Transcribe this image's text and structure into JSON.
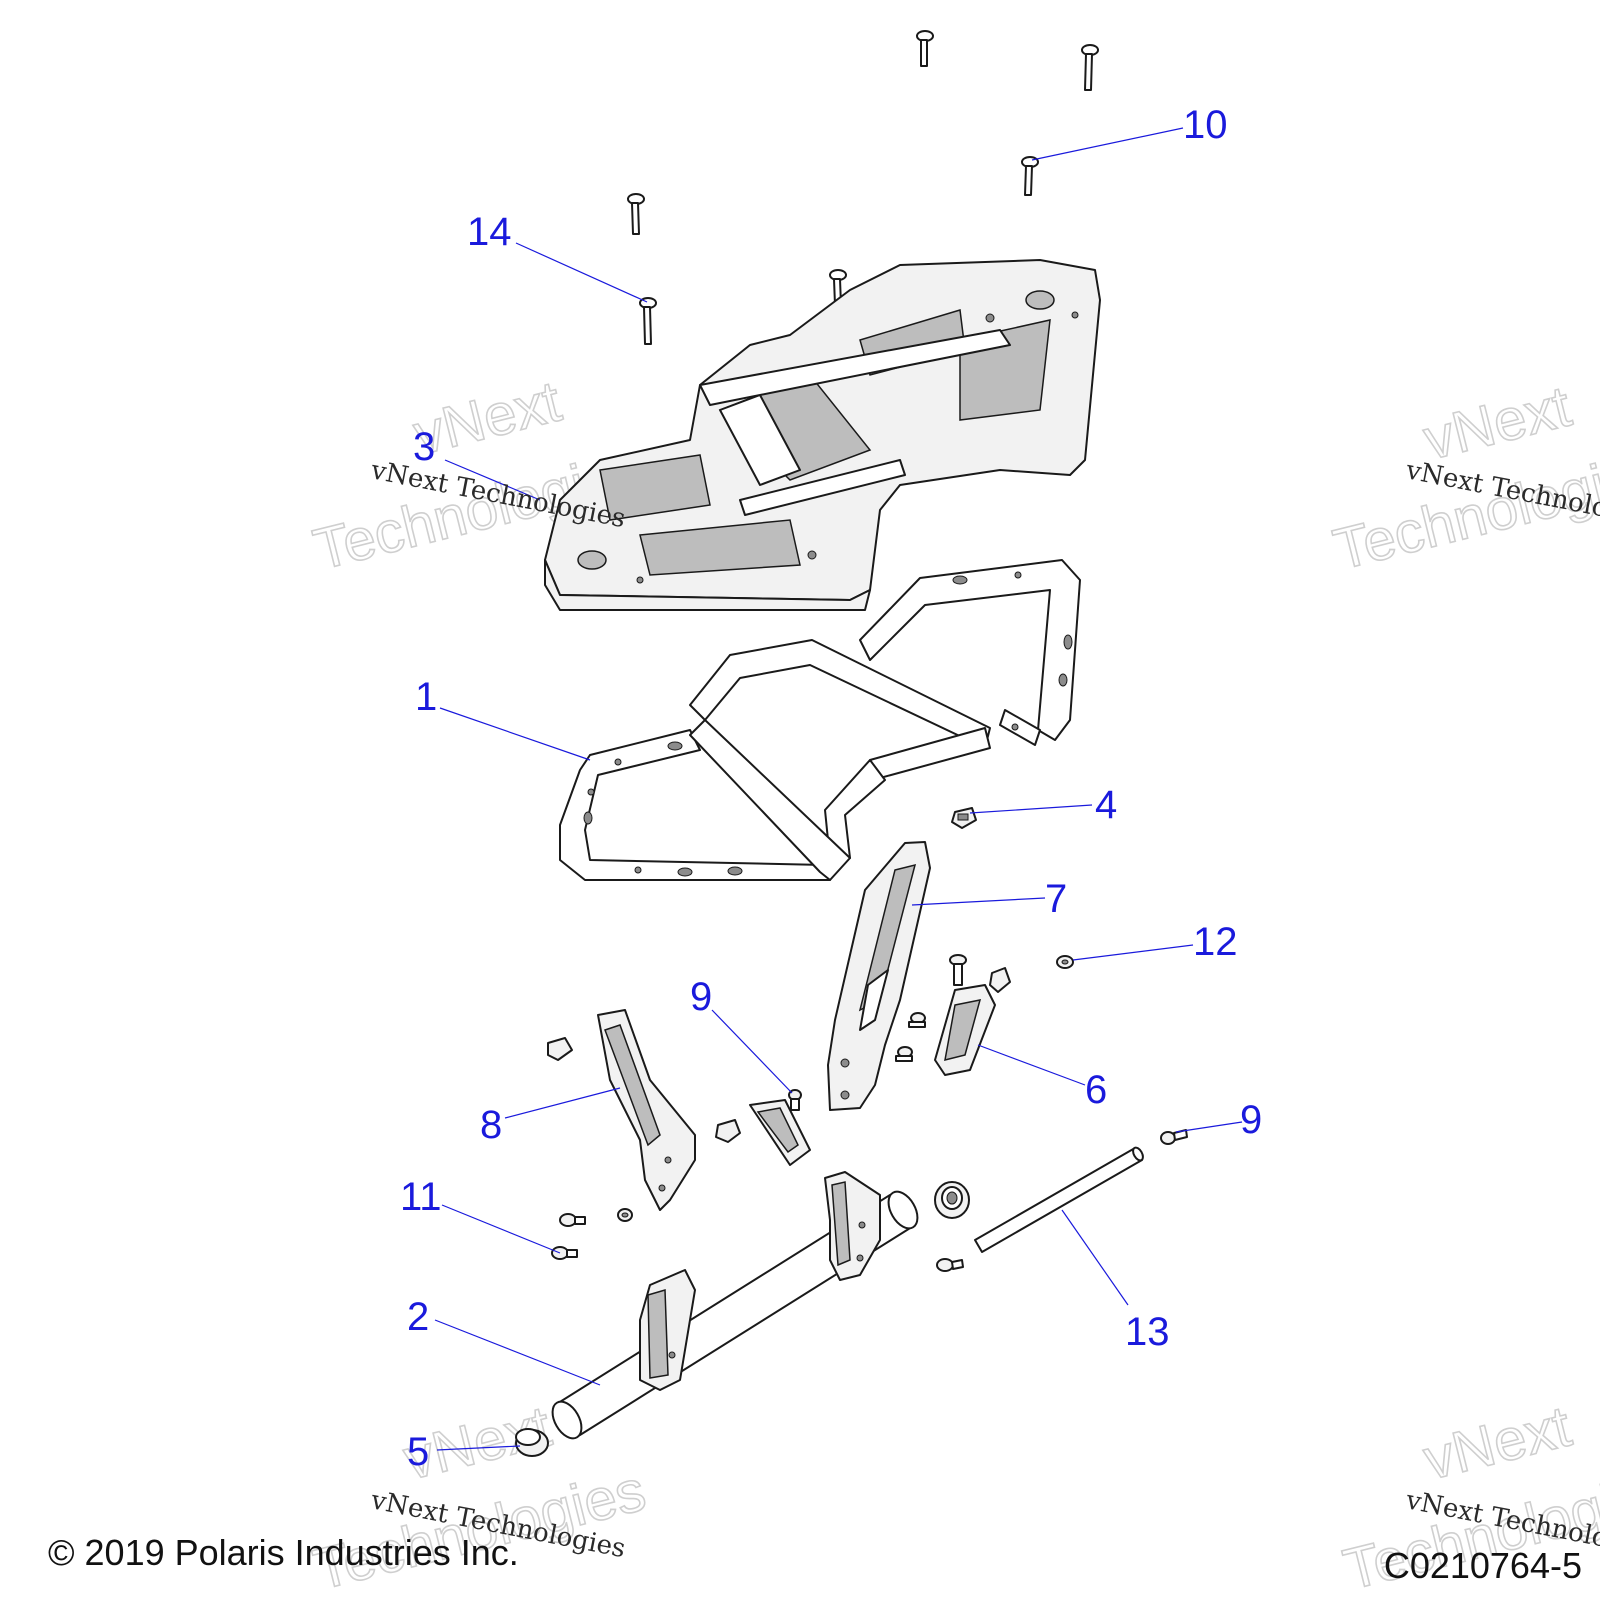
{
  "callouts": {
    "c1": "1",
    "c2": "2",
    "c3": "3",
    "c4": "4",
    "c5": "5",
    "c6": "6",
    "c7": "7",
    "c8": "8",
    "c9a": "9",
    "c9b": "9",
    "c10": "10",
    "c11": "11",
    "c12": "12",
    "c13": "13",
    "c14": "14"
  },
  "watermark": {
    "line1": "vNext",
    "line2": "Technologies",
    "small": "vNext Technologies"
  },
  "footer": {
    "copyright": "© 2019 Polaris Industries Inc.",
    "drawing_number": "C0210764-5"
  },
  "colors": {
    "callout": "#1a1adc",
    "line": "#1a1a1a",
    "part_fill": "#f2f2f2"
  }
}
